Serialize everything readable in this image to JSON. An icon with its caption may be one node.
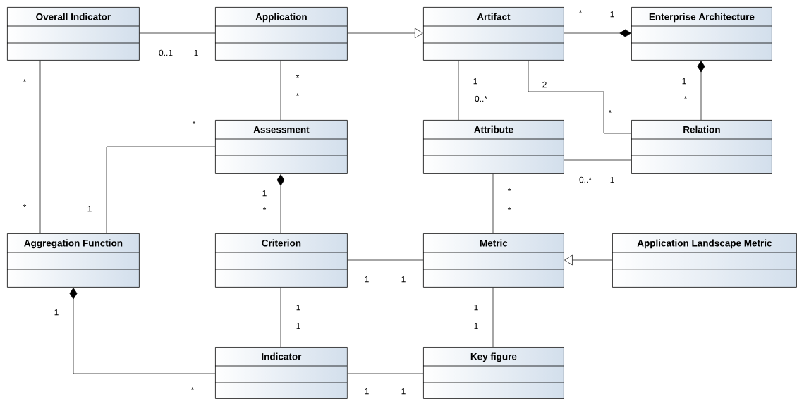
{
  "diagram": {
    "nodes": [
      {
        "text": [
          "Overall Indicator"
        ]
      },
      {
        "text": [
          "Application"
        ]
      },
      {
        "text": [
          "Artifact"
        ]
      },
      {
        "text": [
          "Enterprise Architecture"
        ]
      },
      {
        "text": [
          "Assessment"
        ]
      },
      {
        "text": [
          "Attribute"
        ]
      },
      {
        "text": [
          "Relation"
        ]
      },
      {
        "text": [
          "Aggregation Function"
        ]
      },
      {
        "text": [
          "Criterion"
        ]
      },
      {
        "text": [
          "Metric"
        ]
      },
      {
        "text": [
          "Application Landscape Metric"
        ]
      },
      {
        "text": [
          "Indicator"
        ]
      },
      {
        "text": [
          "Key figure"
        ]
      }
    ],
    "edges": [
      {
        "from": 0,
        "to": 1,
        "arrow": "none"
      },
      {
        "from": 1,
        "to": 2,
        "arrow": "to"
      },
      {
        "from": 2,
        "to": 3,
        "arrow": "other"
      },
      {
        "from": 1,
        "to": 4,
        "arrow": "none"
      },
      {
        "from": 2,
        "to": 5,
        "arrow": "none"
      },
      {
        "from": 2,
        "to": 6,
        "arrow": "none"
      },
      {
        "from": 6,
        "to": 3,
        "arrow": "other"
      },
      {
        "from": 5,
        "to": 6,
        "arrow": "none"
      },
      {
        "from": 0,
        "to": 7,
        "arrow": "none"
      },
      {
        "from": 4,
        "to": 7,
        "arrow": "none"
      },
      {
        "from": 8,
        "to": 4,
        "arrow": "other"
      },
      {
        "from": 8,
        "to": 9,
        "arrow": "none"
      },
      {
        "from": 5,
        "to": 9,
        "arrow": "none"
      },
      {
        "from": 10,
        "to": 9,
        "arrow": "to"
      },
      {
        "from": 8,
        "to": 11,
        "arrow": "none"
      },
      {
        "from": 9,
        "to": 12,
        "arrow": "none"
      },
      {
        "from": 11,
        "to": 7,
        "arrow": "other"
      },
      {
        "from": 11,
        "to": 12,
        "arrow": "none"
      }
    ],
    "labels": [
      "*",
      "1",
      "0..1",
      "1",
      "*",
      "1",
      "1",
      "*",
      "2",
      "*",
      "0..*",
      "*",
      "*",
      "*",
      "0..*",
      "1",
      "*",
      "1",
      "1",
      "*",
      "*",
      "*",
      "1",
      "1",
      "1",
      "1",
      "1",
      "1",
      "1",
      "*",
      "1",
      "1"
    ]
  }
}
